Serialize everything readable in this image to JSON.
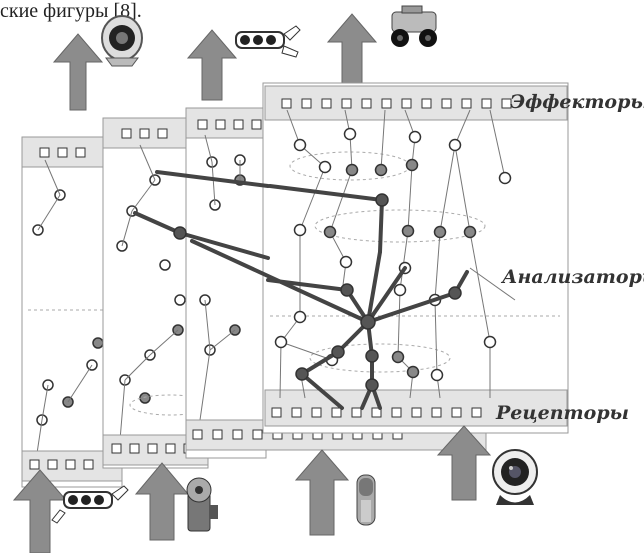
{
  "caption_fragment": "ские фигуры [8].",
  "labels": {
    "effectors": "Эффекторы",
    "analyzers": "Анализаторы",
    "receptors": "Рецепторы"
  },
  "device_icons": [
    "speaker-icon",
    "robot-hand-icon",
    "wheeled-robot-icon",
    "servo-motor-icon",
    "microphone-icon",
    "webcam-icon"
  ],
  "colors": {
    "layer_border": "#999999",
    "strip_fill": "#e4e4e4",
    "arrow_fill": "#8c8c8c",
    "node_gray": "#888888",
    "edge_dark": "#444444",
    "edge_light": "#777777"
  }
}
